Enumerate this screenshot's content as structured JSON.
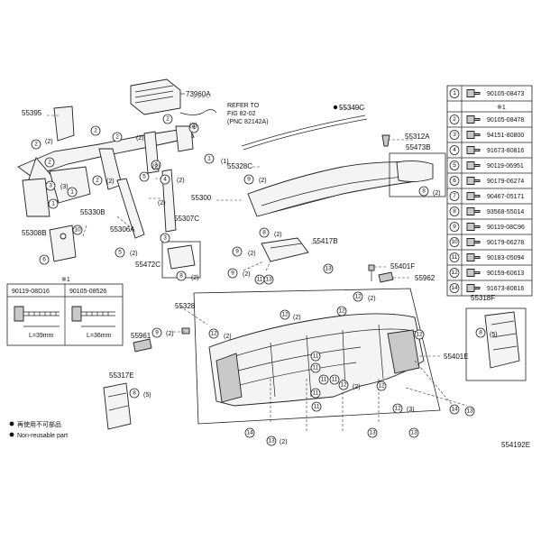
{
  "diagram_id": "554192E",
  "legend": {
    "jp": "再使用不可部品",
    "en": "Non-reusable part"
  },
  "note_mark": "※1",
  "refer": {
    "line1": "REFER TO",
    "line2": "FIG 82-02",
    "line3": "(PNC 82142A)"
  },
  "labels": {
    "p73960A": "73960A",
    "p55395": "55395",
    "p55349C": "55349C",
    "p55312A": "55312A",
    "p55473B": "55473B",
    "p55328C": "55328C",
    "p55300": "55300",
    "p55330B": "55330B",
    "p55307C": "55307C",
    "p55306A": "55306A",
    "p55308B": "55308B",
    "p55417B": "55417B",
    "p55472C": "55472C",
    "p55401F": "55401F",
    "p55962": "55962",
    "p55328": "55328",
    "p55961": "55961",
    "p55401E": "55401E",
    "p55318F": "55318F",
    "p55317E": "55317E"
  },
  "bolt_box": {
    "title_mark": "※1",
    "left_part": "90119-08D16",
    "right_part": "90105-08526",
    "left_len": "L=39mm",
    "right_len": "L=36mm"
  },
  "fastener_table": {
    "header_mark": "※1",
    "rows": [
      {
        "n": "1",
        "part": "90105-08473"
      },
      {
        "n": "2",
        "part": "90105-08478"
      },
      {
        "n": "3",
        "part": "94151-80800"
      },
      {
        "n": "4",
        "part": "91673-80816"
      },
      {
        "n": "5",
        "part": "90119-06951"
      },
      {
        "n": "6",
        "part": "90179-06274"
      },
      {
        "n": "7",
        "part": "90467-05171"
      },
      {
        "n": "8",
        "part": "93568-55014"
      },
      {
        "n": "9",
        "part": "90119-08C96"
      },
      {
        "n": "10",
        "part": "90179-06278"
      },
      {
        "n": "11",
        "part": "90183-05094"
      },
      {
        "n": "12",
        "part": "90159-60613"
      },
      {
        "n": "14",
        "part": "91673-80616"
      }
    ]
  },
  "callouts": {
    "c1": "1",
    "c2": "2",
    "c3": "3",
    "c4": "4",
    "c5": "5",
    "c6": "6",
    "c7": "7",
    "c8": "8",
    "c9": "9",
    "c10": "10",
    "c11": "11",
    "c12": "12",
    "c13": "13",
    "c14": "14"
  },
  "quantities": {
    "q2": "(2)",
    "q3": "(3)",
    "q5": "(5)",
    "q1": "(1)"
  }
}
